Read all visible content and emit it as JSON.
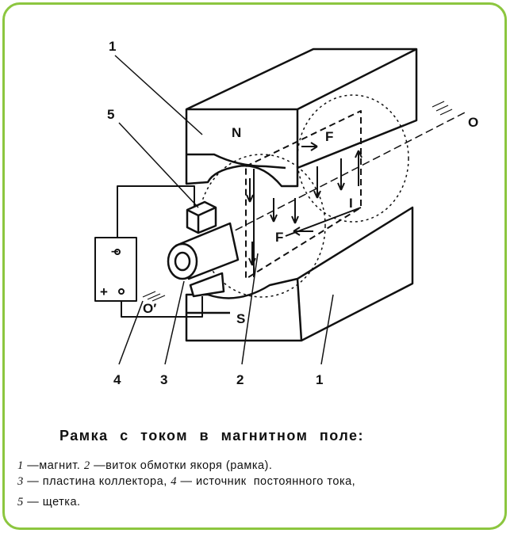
{
  "diagram": {
    "pole_north": "N",
    "pole_south": "S",
    "force_label": "F",
    "current_label": "I",
    "axis_label": "O",
    "axis_label_prime": "O′",
    "battery_minus": "–",
    "battery_plus": "+",
    "callouts": [
      "1",
      "5",
      "4",
      "3",
      "2",
      "1"
    ]
  },
  "caption": {
    "title": "Рамка с током в магнитном поле:",
    "lines": [
      {
        "num1": "1",
        "text1": " —магнит. ",
        "num2": "2",
        "text2": " —виток обмотки якоря (рамка)."
      },
      {
        "num1": "3",
        "text1": " — пластина коллектора, ",
        "num2": "4",
        "text2": " — источник  постоянного тока,"
      },
      {
        "num1": "5",
        "text1": " — щетка."
      }
    ]
  },
  "colors": {
    "border": "#8cc63f",
    "ink": "#111111"
  }
}
